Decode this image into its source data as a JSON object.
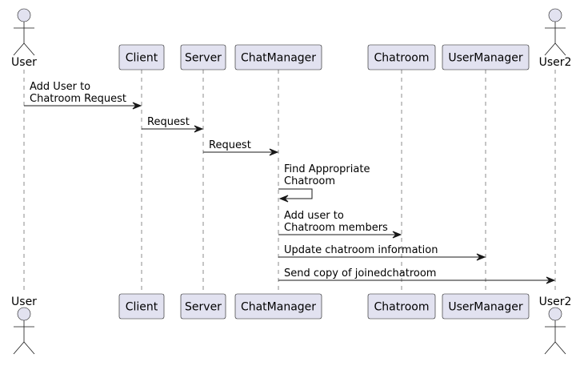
{
  "participants": [
    {
      "id": "user",
      "label": "User",
      "kind": "actor"
    },
    {
      "id": "client",
      "label": "Client",
      "kind": "participant"
    },
    {
      "id": "server",
      "label": "Server",
      "kind": "participant"
    },
    {
      "id": "chatmanager",
      "label": "ChatManager",
      "kind": "participant"
    },
    {
      "id": "chatroom",
      "label": "Chatroom",
      "kind": "participant"
    },
    {
      "id": "usermanager",
      "label": "UserManager",
      "kind": "participant"
    },
    {
      "id": "user2",
      "label": "User2",
      "kind": "actor"
    }
  ],
  "messages": [
    {
      "from": "user",
      "to": "client",
      "lines": [
        "Add User to",
        "Chatroom Request"
      ]
    },
    {
      "from": "client",
      "to": "server",
      "lines": [
        "Request"
      ]
    },
    {
      "from": "server",
      "to": "chatmanager",
      "lines": [
        "Request"
      ]
    },
    {
      "from": "chatmanager",
      "to": "chatmanager",
      "lines": [
        "Find Appropriate",
        "Chatroom"
      ]
    },
    {
      "from": "chatmanager",
      "to": "chatroom",
      "lines": [
        "Add user to",
        "Chatroom members"
      ]
    },
    {
      "from": "chatmanager",
      "to": "usermanager",
      "lines": [
        "Update chatroom information"
      ]
    },
    {
      "from": "chatmanager",
      "to": "user2",
      "lines": [
        "Send copy of joinedchatroom"
      ]
    }
  ],
  "colors": {
    "participant_fill": "#E2E2F0",
    "line": "#181818",
    "text": "#000000"
  }
}
